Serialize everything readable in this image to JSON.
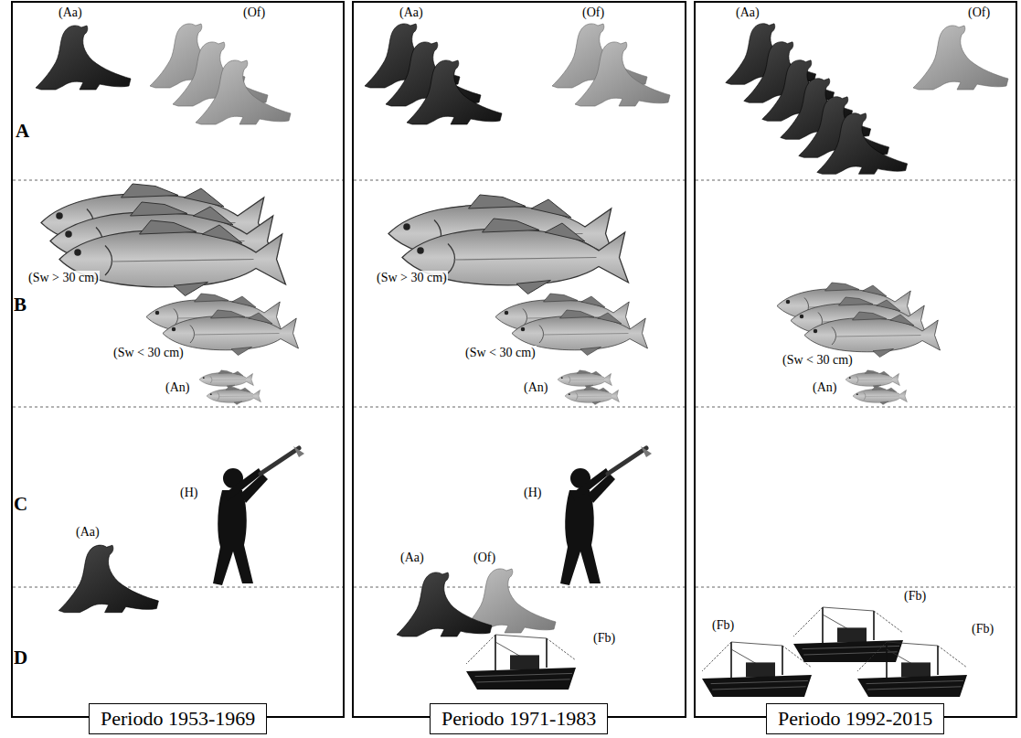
{
  "diagram": {
    "nodes": [
      {
        "text": [
          "Periodo 1953-1969"
        ]
      },
      {
        "text": [
          "Periodo 1971-1983"
        ]
      },
      {
        "text": [
          "Periodo 1992-2015"
        ]
      }
    ],
    "labels": [
      "(Aa)",
      "(Of)",
      "(Aa)",
      "(Of)",
      "(Aa)",
      "(Of)",
      "A",
      "(Sw > 30 cm)",
      "(Sw > 30 cm)",
      "B",
      "(Sw < 30 cm)",
      "(Sw < 30 cm)",
      "(Sw < 30 cm)",
      "(An)",
      "(An)",
      "(An)",
      "(H)",
      "(H)",
      "C",
      "(Aa)",
      "(Aa)",
      "(Of)",
      "D",
      "(Fb)",
      "(Fb)",
      "(Fb)",
      "(Fb)"
    ]
  }
}
